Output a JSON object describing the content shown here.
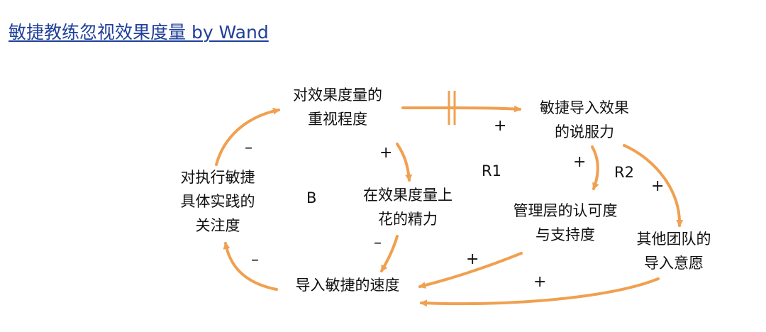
{
  "title": "敏捷教练忽视效果度量 by Wand",
  "colors": {
    "arrow": "#f0a050",
    "title_link": "#1f3f99",
    "text": "#111111"
  },
  "nodes": {
    "measurement_importance": [
      "对效果度量的",
      "重视程度"
    ],
    "persuasiveness": [
      "敏捷导入效果",
      "的说服力"
    ],
    "practice_attention": [
      "对执行敏捷",
      "具体实践的",
      "关注度"
    ],
    "measurement_effort": [
      "在效果度量上",
      "花的精力"
    ],
    "management_support": [
      "管理层的认可度",
      "与支持度"
    ],
    "other_teams": [
      "其他团队的",
      "导入意愿"
    ],
    "adoption_speed": "导入敏捷的速度"
  },
  "loops": {
    "b": "B",
    "r1": "R1",
    "r2": "R2"
  },
  "polarities": {
    "importance_to_persuasiveness": "+",
    "importance_to_effort": "+",
    "persuasiveness_to_management": "+",
    "persuasiveness_to_other_teams": "+",
    "effort_to_speed": "–",
    "management_to_speed": "+",
    "other_teams_to_speed": "+",
    "speed_to_attention": "–",
    "attention_to_importance": "–"
  }
}
